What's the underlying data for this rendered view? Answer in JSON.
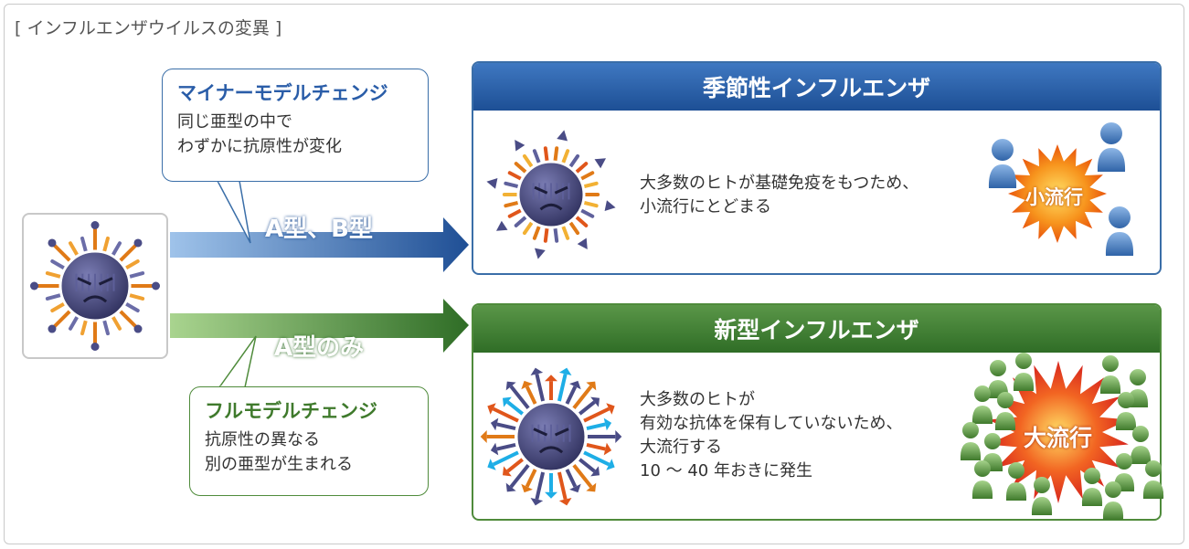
{
  "page_title": "[ インフルエンザウイルスの変異 ]",
  "minor_change": {
    "title": "マイナーモデルチェンジ",
    "lines": [
      "同じ亜型の中で",
      "わずかに抗原性が変化"
    ]
  },
  "full_change": {
    "title": "フルモデルチェンジ",
    "lines": [
      "抗原性の異なる",
      "別の亜型が生まれる"
    ]
  },
  "arrow_top_label": "A型、B型",
  "arrow_bottom_label": "A型のみ",
  "seasonal": {
    "header": "季節性インフルエンザ",
    "desc_lines": [
      "大多数のヒトが基礎免疫をもつため、",
      "小流行にとどまる"
    ],
    "burst_label": "小流行"
  },
  "new_type": {
    "header": "新型インフルエンザ",
    "desc_lines": [
      "大多数のヒトが",
      "有効な抗体を保有していないため、",
      "大流行する",
      "10 〜 40 年おきに発生"
    ],
    "burst_label": "大流行"
  },
  "colors": {
    "blue": "#2a5da8",
    "green": "#3f7a2c",
    "virus_body": "#3e3f73",
    "spike_orange": "#e07a17",
    "spike_cyan": "#1eaee6",
    "person_blue": "#4f86c6",
    "person_green": "#6aa84f",
    "burst_orange": "#f58220"
  }
}
